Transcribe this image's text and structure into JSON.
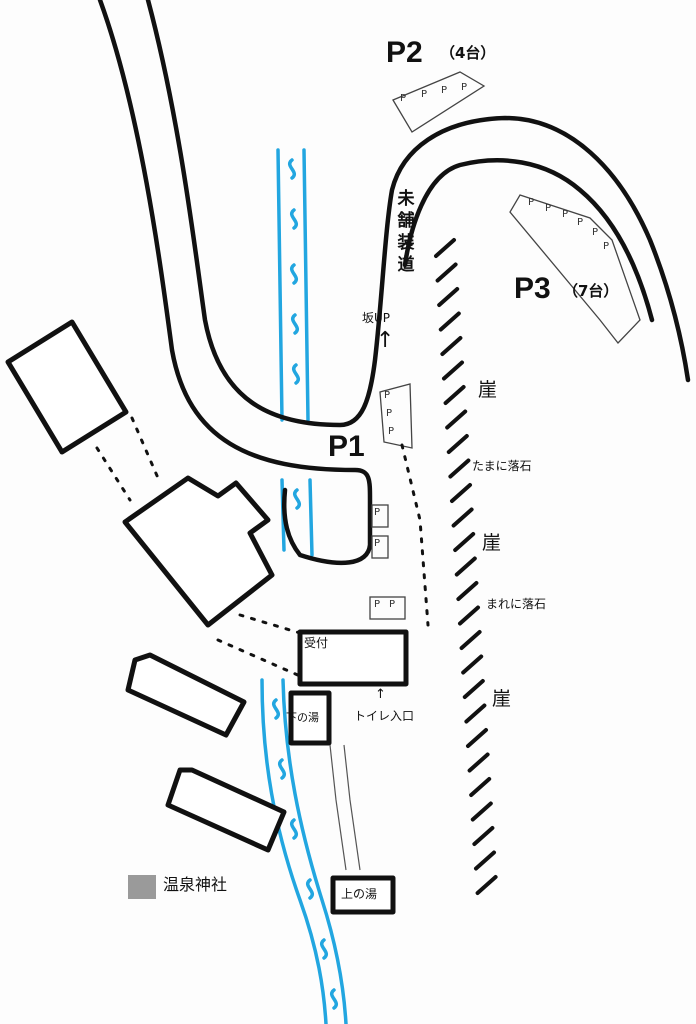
{
  "parking": {
    "p1": {
      "label": "P1"
    },
    "p2": {
      "label": "P2",
      "count": "（4台）"
    },
    "p3": {
      "label": "P3",
      "count": "（7台）"
    }
  },
  "road": {
    "unpaved": "未舗装道",
    "slope": "坂UP"
  },
  "cliffs": {
    "label": "崖",
    "falling_rocks_sometimes": "たまに落石",
    "falling_rocks_rarely": "まれに落石"
  },
  "buildings": {
    "reception": "受付",
    "lower_bath": "下の湯",
    "upper_bath": "上の湯",
    "toilet": "トイレ入口"
  },
  "arrow_glyph": "↑",
  "parking_glyph": "P",
  "legend": {
    "shrine": "温泉神社"
  },
  "colors": {
    "river": "#22a6e0",
    "ink": "#111111",
    "shrine": "#9a9a9a"
  }
}
